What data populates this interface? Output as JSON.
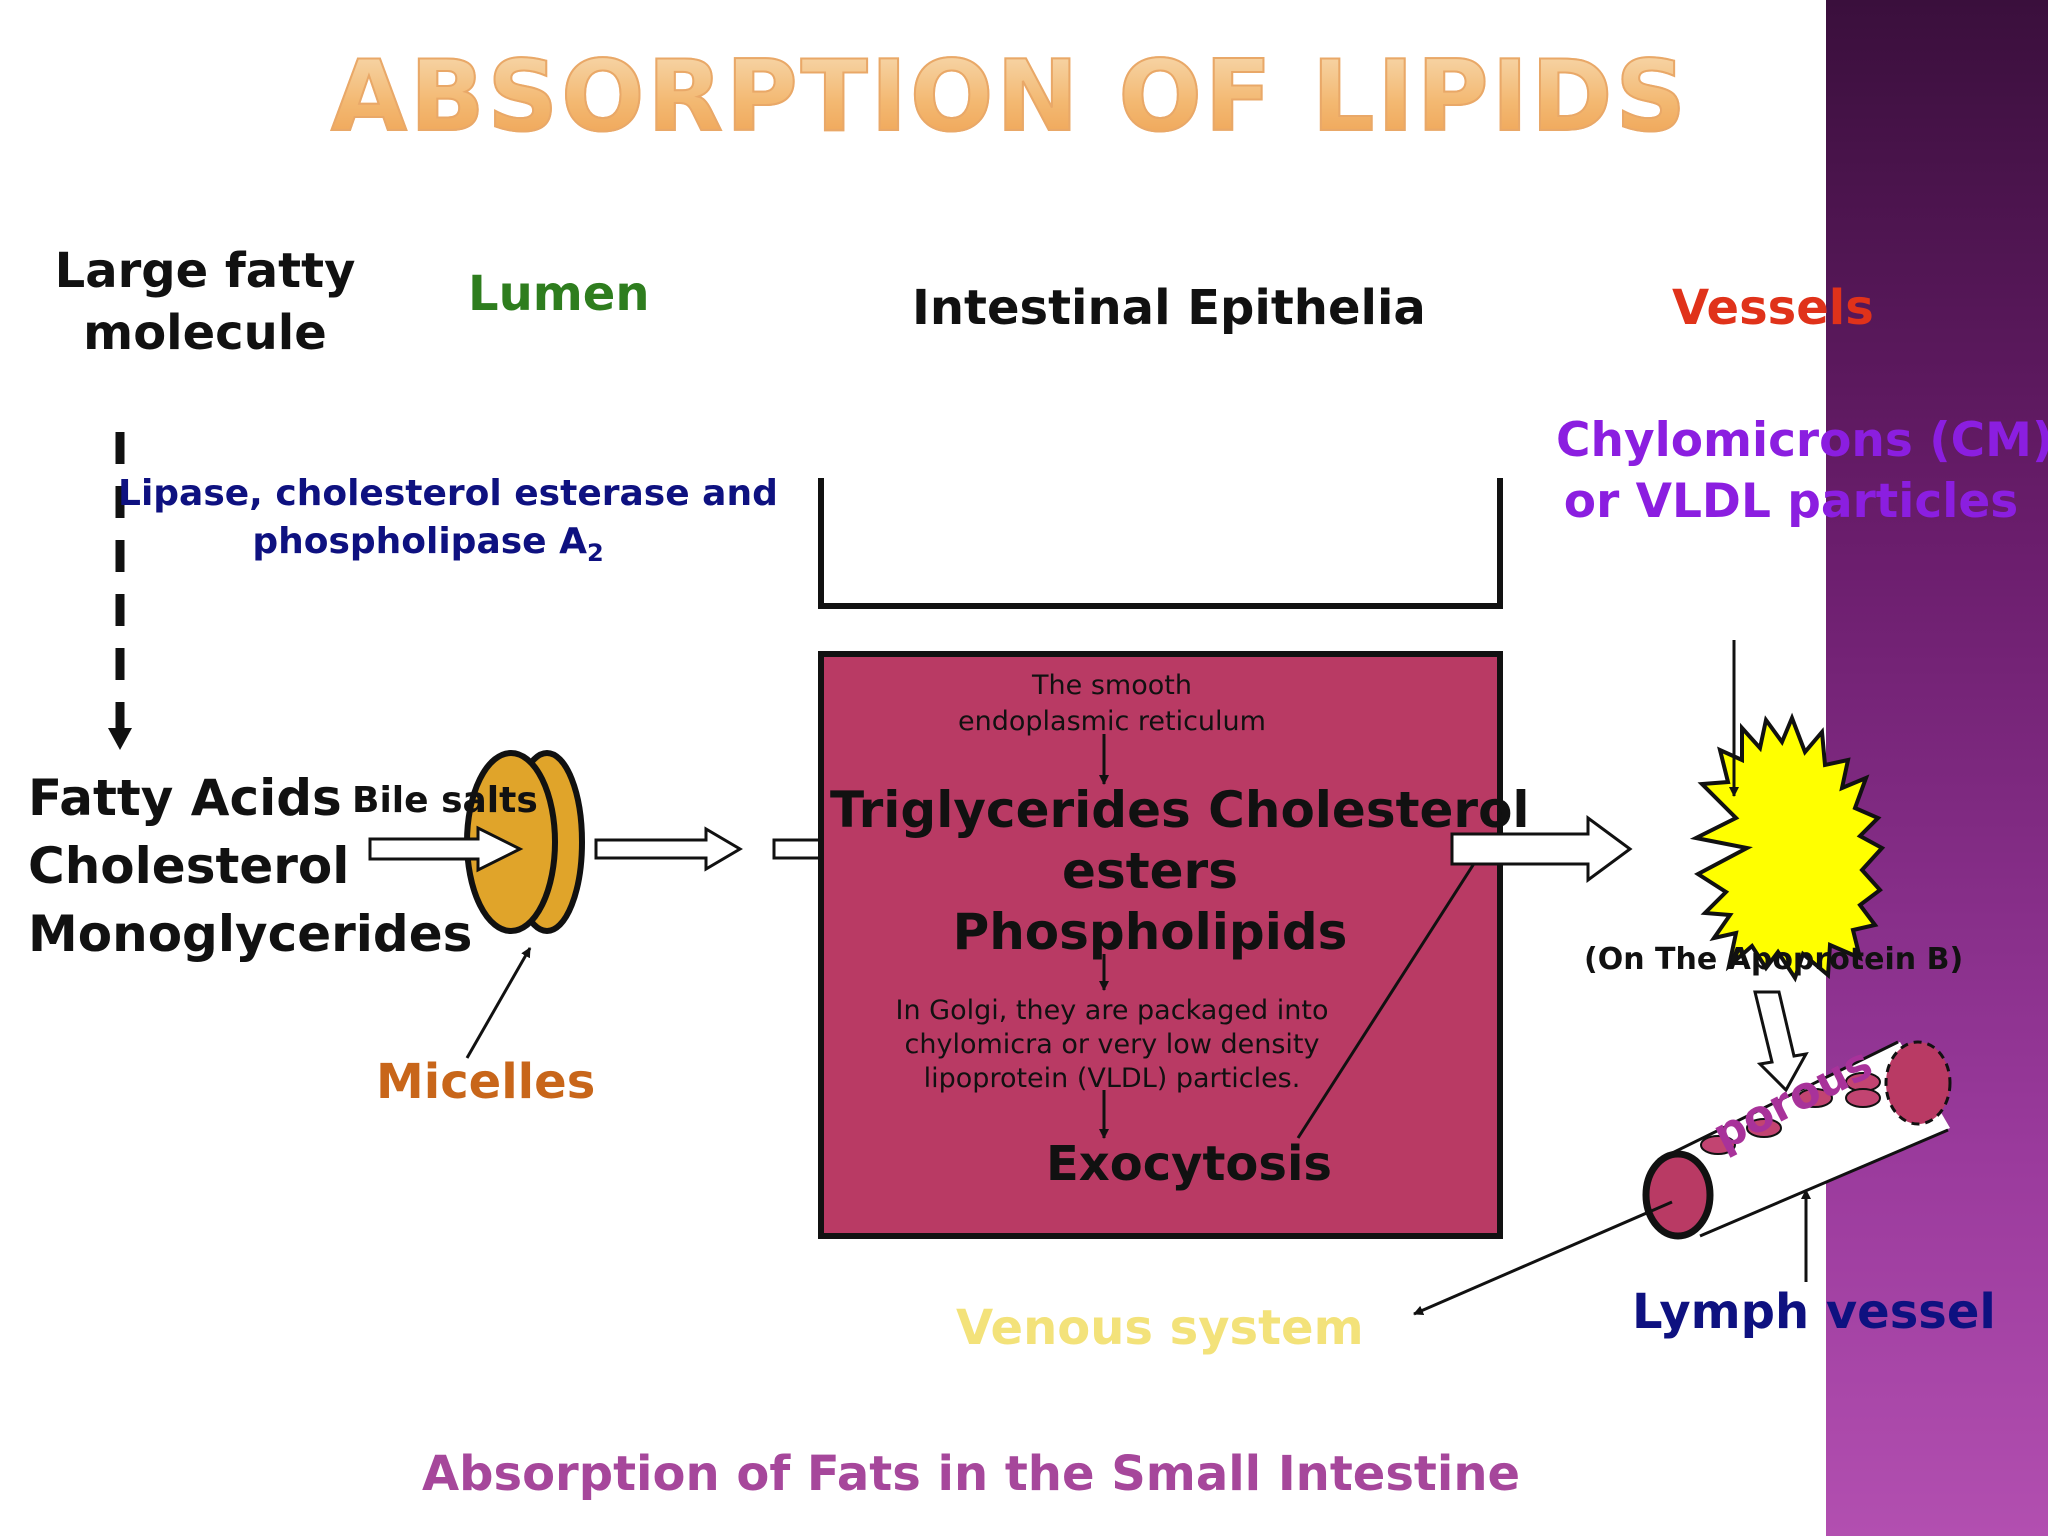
{
  "title": "ABSORPTION OF LIPIDS",
  "headers": {
    "large_fatty": [
      "Large fatty",
      "molecule"
    ],
    "lumen": "Lumen",
    "epithelia": "Intestinal Epithelia",
    "vessels": "Vessels"
  },
  "enzymes": {
    "line1": "Lipase, cholesterol esterase and",
    "line2": "phospholipase A",
    "subscript": "2"
  },
  "products": [
    "Fatty Acids",
    "Cholesterol",
    "Monoglycerides"
  ],
  "bile_salts": "Bile salts",
  "micelles": "Micelles",
  "cell": {
    "er": [
      "The smooth",
      "endoplasmic reticulum"
    ],
    "products": [
      "Triglycerides Cholesterol",
      "esters",
      "Phospholipids"
    ],
    "golgi": [
      "In Golgi, they are packaged into",
      "chylomicra or very low density",
      "lipoprotein (VLDL) particles."
    ],
    "exocytosis": "Exocytosis"
  },
  "chylomicrons": [
    "Chylomicrons (CM)",
    "or VLDL particles"
  ],
  "apoprotein": "(On The Apoprotein B)",
  "porous": "porous",
  "venous": "Venous system",
  "lymph": "Lymph vessel",
  "caption": "Absorption of Fats in the Small Intestine",
  "colors": {
    "lumen": "#2e7d1e",
    "vessels": "#e0321a",
    "cell_fill": "#b93a64",
    "micelle": "#e0a42a",
    "star": "#ffff00",
    "sidebar": "#7a2a7c"
  }
}
